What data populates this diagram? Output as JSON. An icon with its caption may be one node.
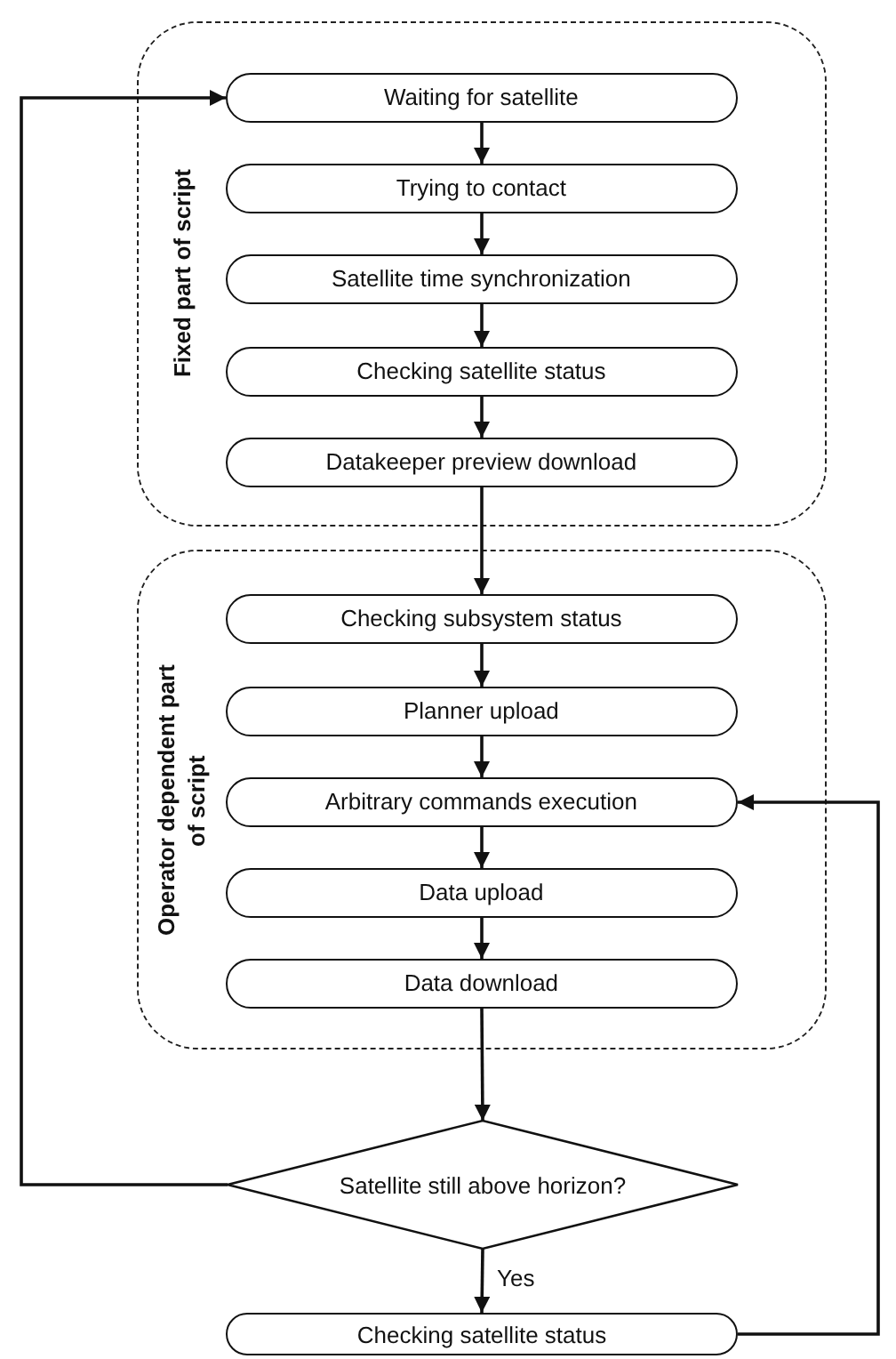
{
  "diagram": {
    "nodes": [
      {
        "text": [
          "Fixed part of script"
        ]
      },
      {
        "text": [
          "Waiting for satellite"
        ],
        "in": 0
      },
      {
        "text": [
          "Trying to contact"
        ],
        "in": 0
      },
      {
        "text": [
          "Satellite time synchronization"
        ],
        "in": 0
      },
      {
        "text": [
          "Checking satellite status"
        ],
        "in": 0
      },
      {
        "text": [
          "Datakeeper preview download"
        ],
        "in": 0
      },
      {
        "text": [
          "Operator dependent part of script"
        ]
      },
      {
        "text": [
          "Checking subsystem status"
        ],
        "in": 6
      },
      {
        "text": [
          "Planner upload"
        ],
        "in": 6
      },
      {
        "text": [
          "Arbitrary commands execution"
        ],
        "in": 6
      },
      {
        "text": [
          "Data upload"
        ],
        "in": 6
      },
      {
        "text": [
          "Data download"
        ],
        "in": 6
      },
      {
        "text": [
          "Satellite still above horizon?"
        ]
      },
      {
        "text": [
          "Checking satellite status"
        ]
      }
    ],
    "edges": [
      {
        "from": 1,
        "to": 2,
        "arrow": "to"
      },
      {
        "from": 2,
        "to": 3,
        "arrow": "to"
      },
      {
        "from": 3,
        "to": 4,
        "arrow": "to"
      },
      {
        "from": 4,
        "to": 5,
        "arrow": "to"
      },
      {
        "from": 5,
        "to": 7,
        "arrow": "to"
      },
      {
        "from": 7,
        "to": 8,
        "arrow": "to"
      },
      {
        "from": 8,
        "to": 9,
        "arrow": "to"
      },
      {
        "from": 9,
        "to": 10,
        "arrow": "to"
      },
      {
        "from": 10,
        "to": 11,
        "arrow": "to"
      },
      {
        "from": 11,
        "to": 12,
        "arrow": "to"
      },
      {
        "from": 12,
        "to": 1,
        "arrow": "to"
      },
      {
        "from": 12,
        "to": 13,
        "arrow": "to",
        "label": "Yes"
      },
      {
        "from": 13,
        "to": 9,
        "arrow": "to"
      }
    ]
  }
}
